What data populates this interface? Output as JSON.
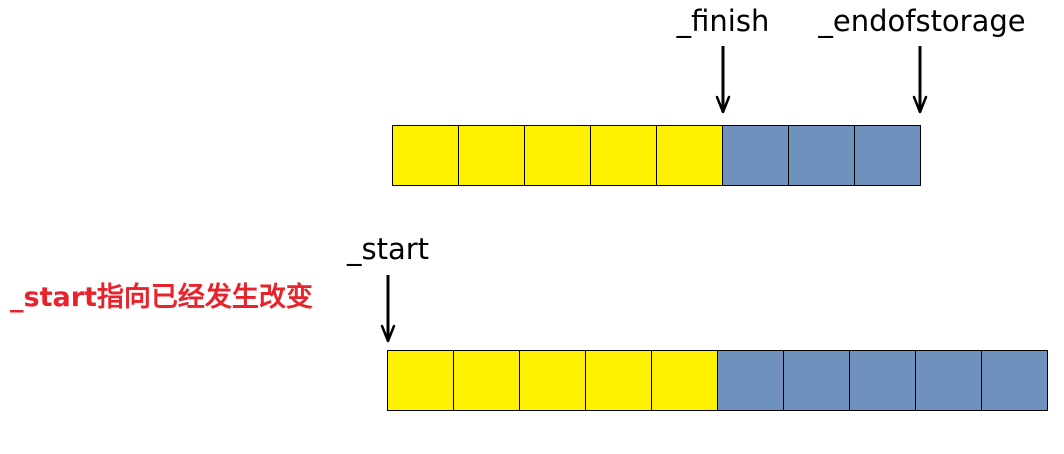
{
  "colors": {
    "used": "#FFF200",
    "unused": "#6F91BE",
    "note": "#E8232B",
    "border": "#000000",
    "arrow": "#000000"
  },
  "top_array": {
    "cells": [
      "used",
      "used",
      "used",
      "used",
      "used",
      "unused",
      "unused",
      "unused"
    ],
    "pointers": [
      {
        "label": "_finish",
        "at_cell_boundary": 5
      },
      {
        "label": "_endofstorage",
        "at_cell_boundary": 8
      }
    ]
  },
  "bottom_array": {
    "cells": [
      "used",
      "used",
      "used",
      "used",
      "used",
      "unused",
      "unused",
      "unused",
      "unused",
      "unused"
    ],
    "pointers": [
      {
        "label": "_start",
        "at_cell_boundary": 0
      }
    ]
  },
  "note": {
    "text": "_start指向已经发生改变"
  }
}
